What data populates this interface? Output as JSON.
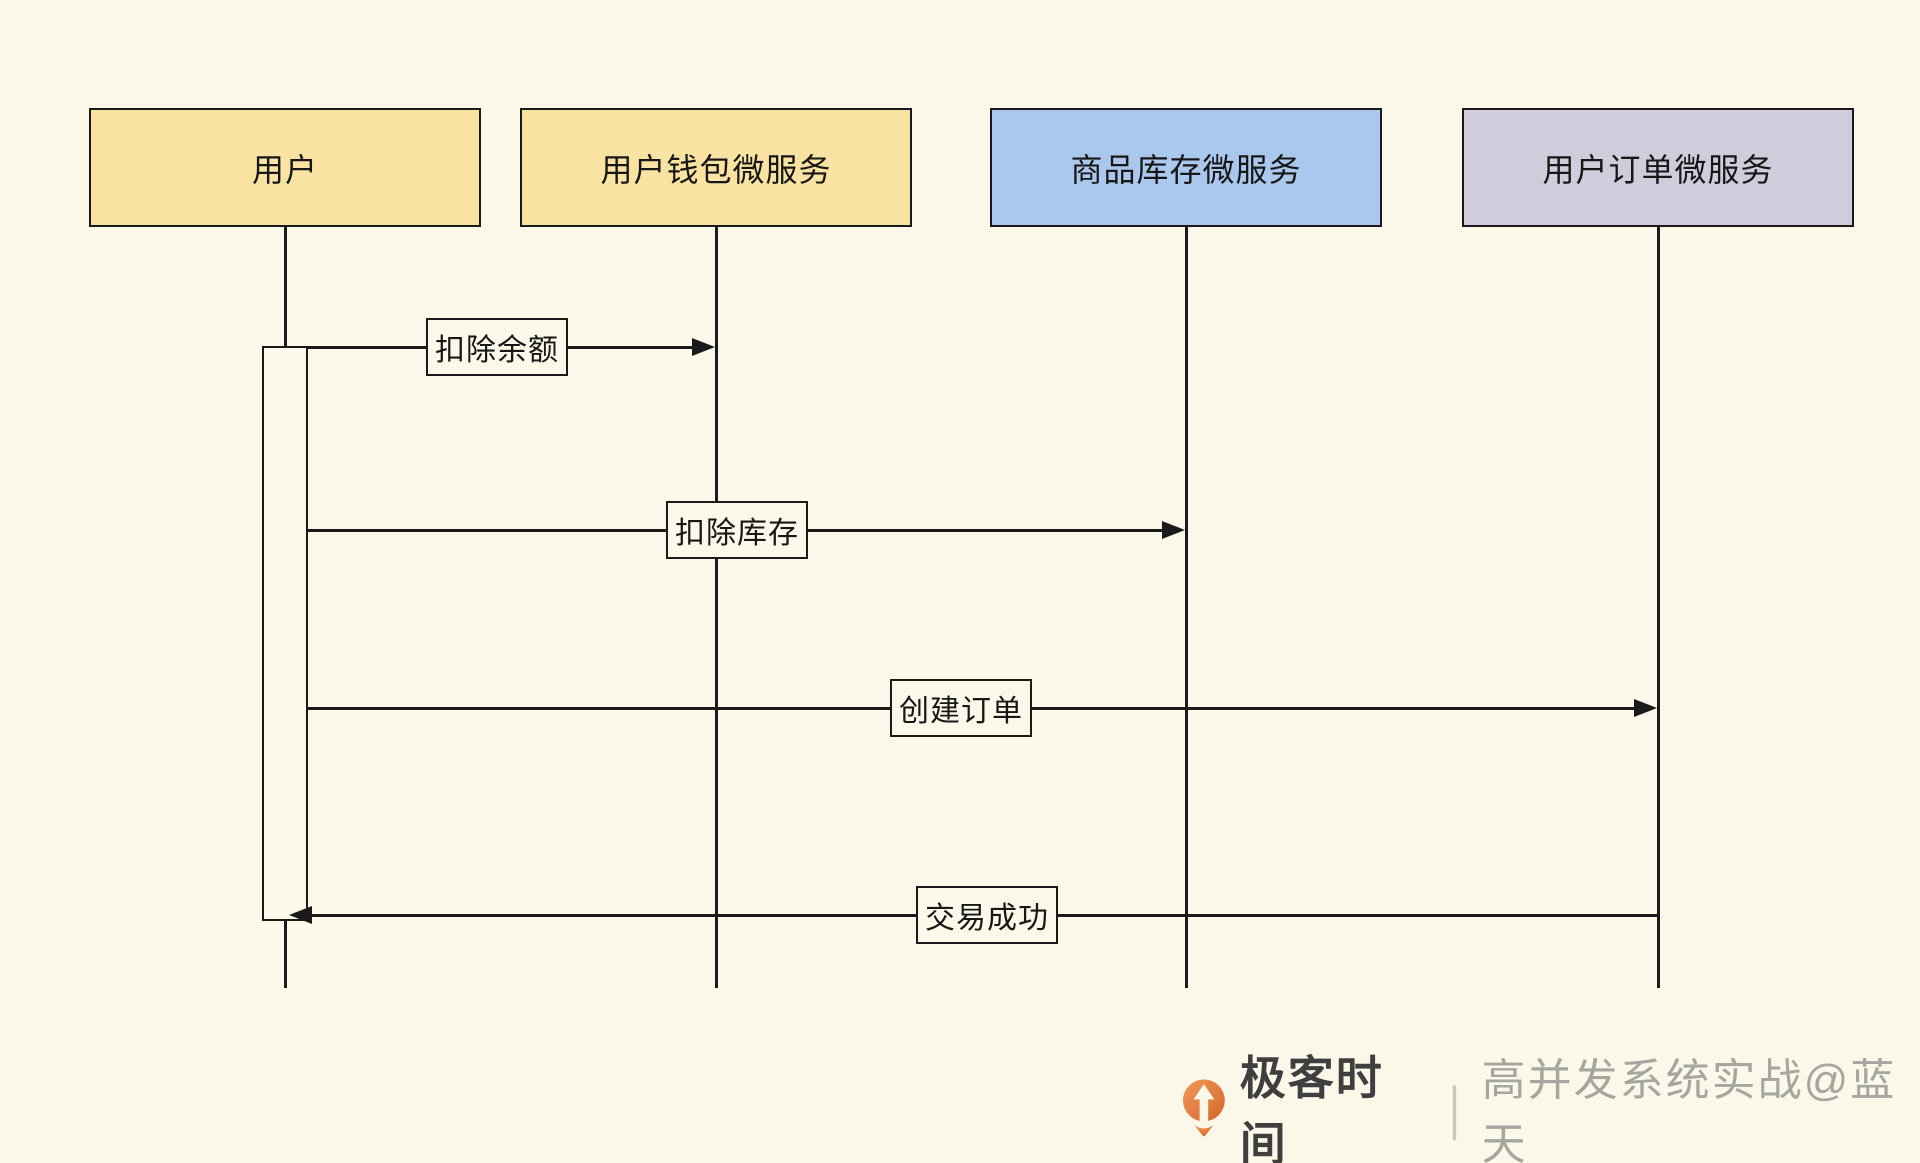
{
  "diagram": {
    "title_hint": "microservice-transaction-sequence",
    "background_color": "#FBF8EA",
    "stroke_color": "#1A1A1A",
    "participants": [
      {
        "id": "user",
        "label": "用户",
        "fill": "#F8E3A2"
      },
      {
        "id": "wallet",
        "label": "用户钱包微服务",
        "fill": "#F8E3A2"
      },
      {
        "id": "inventory",
        "label": "商品库存微服务",
        "fill": "#AAC7ED"
      },
      {
        "id": "order",
        "label": "用户订单微服务",
        "fill": "#CFCDDB"
      }
    ],
    "messages": [
      {
        "label": "扣除余额",
        "from": "用户",
        "to": "用户钱包微服务",
        "direction": "right"
      },
      {
        "label": "扣除库存",
        "from": "用户",
        "to": "商品库存微服务",
        "direction": "right"
      },
      {
        "label": "创建订单",
        "from": "用户",
        "to": "用户订单微服务",
        "direction": "right"
      },
      {
        "label": "交易成功",
        "from": "用户订单微服务",
        "to": "用户",
        "direction": "left"
      }
    ]
  },
  "footer": {
    "logo": "geektime-logo",
    "logo_orange_light": "#F09A5A",
    "logo_orange_dark": "#D4662A",
    "brand": "极客时间",
    "brand_color": "#3F3F3F",
    "separator": "|",
    "caption": "高并发系统实战@蓝天",
    "caption_color": "#A6A6A1"
  }
}
